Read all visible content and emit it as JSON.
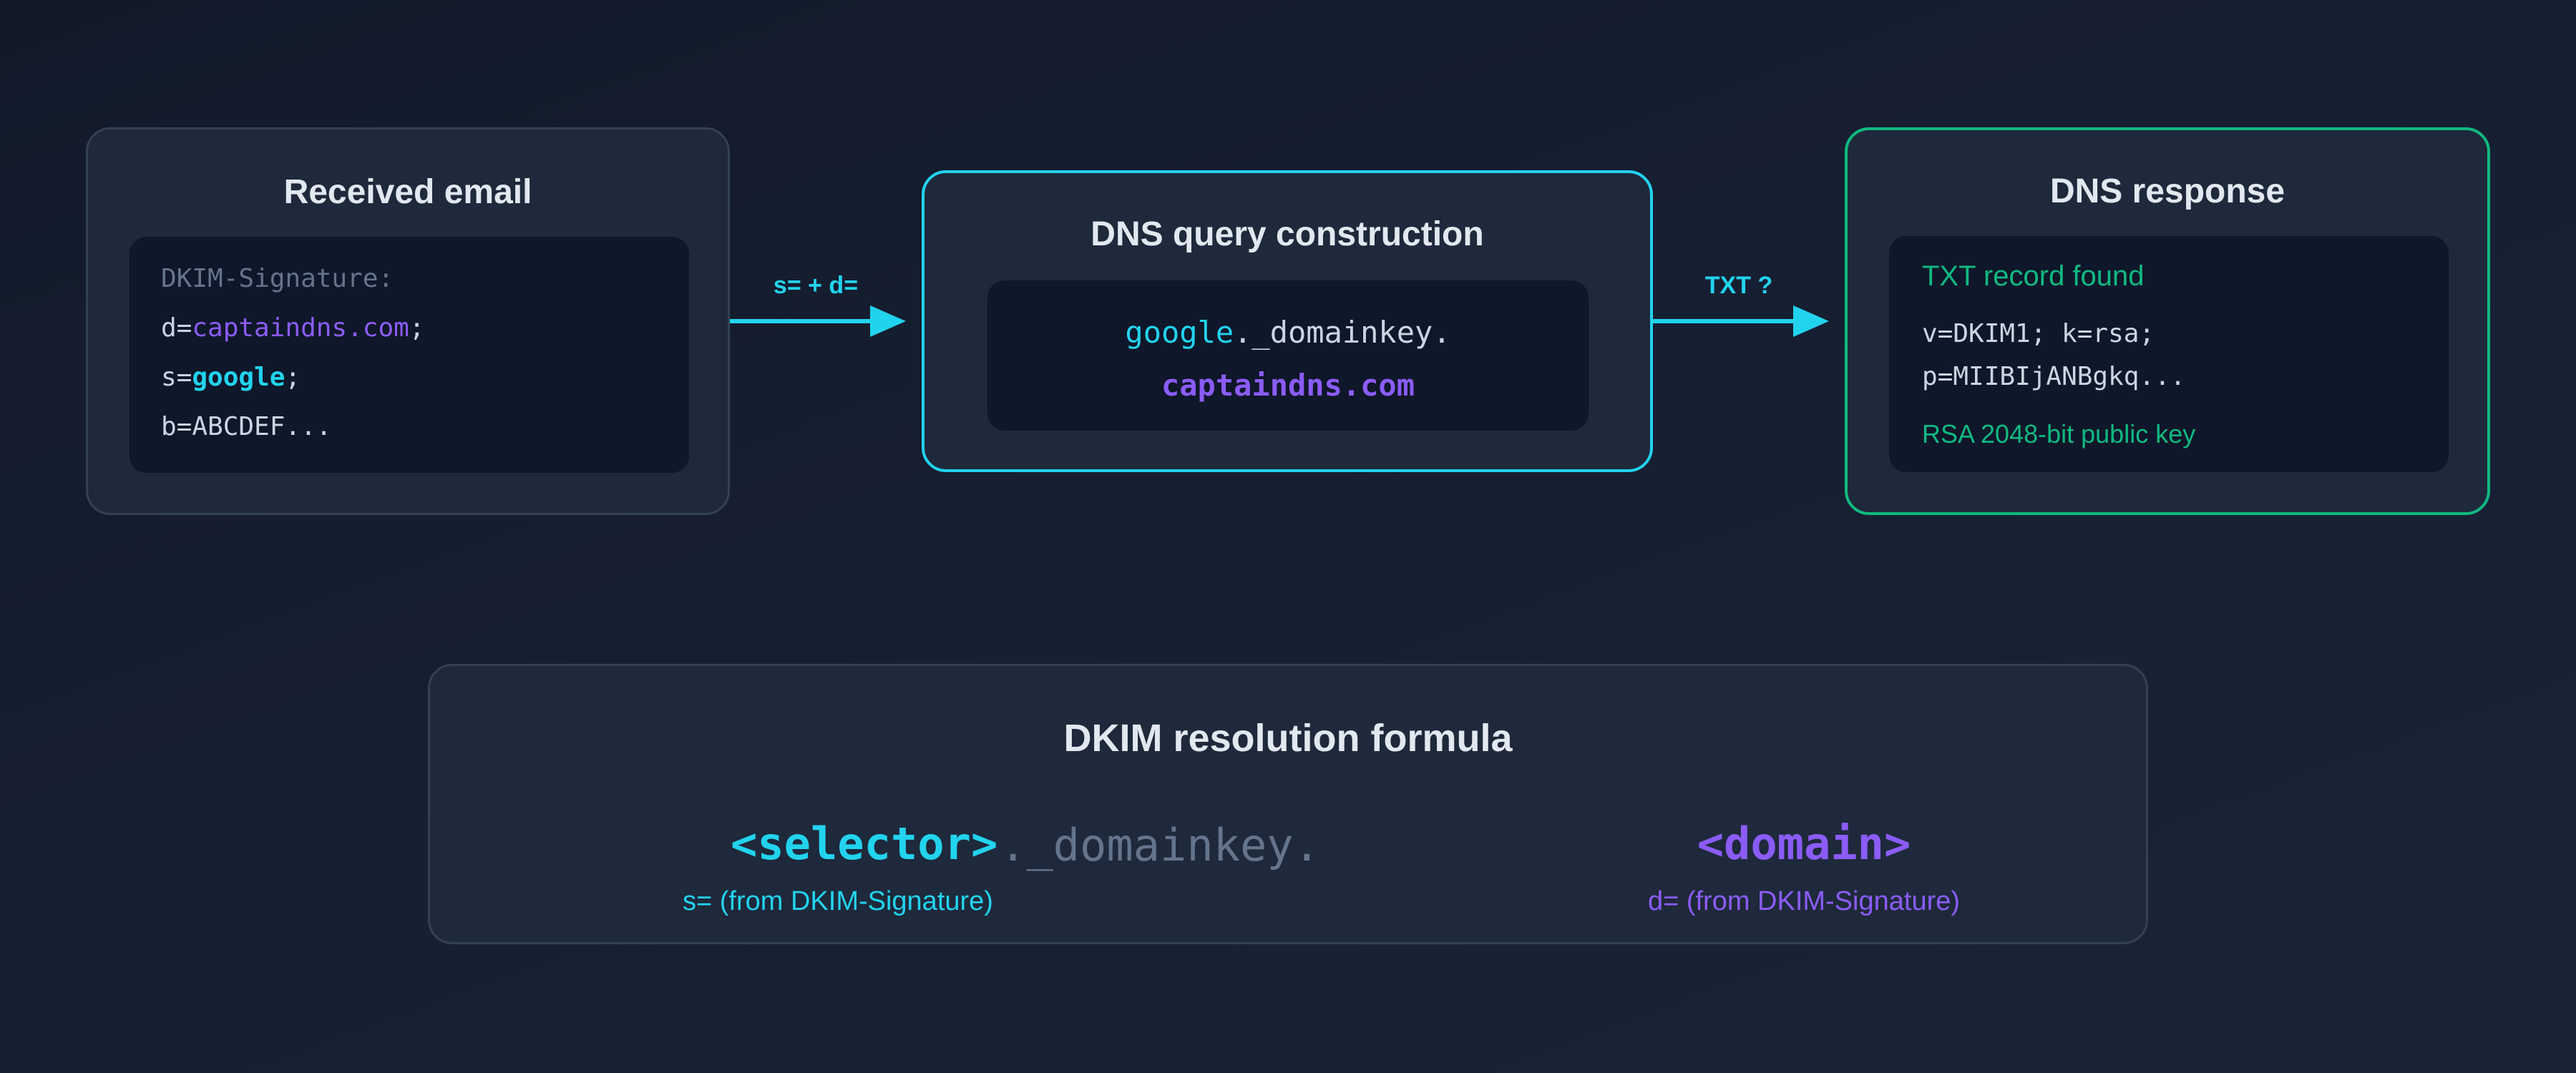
{
  "colors": {
    "background": "#141c2c",
    "card": "#1e293b",
    "inner": "#0f172a",
    "cyan": "#22d3ee",
    "purple": "#8b5cf6",
    "green": "#10b981",
    "muted": "#64748b",
    "text": "#cbd5e1"
  },
  "received_email": {
    "title": "Received email",
    "header_line": "DKIM-Signature:",
    "d_prefix": "d=",
    "d_value": "captaindns.com",
    "d_suffix": ";",
    "s_prefix": "s=",
    "s_value": "google",
    "s_suffix": ";",
    "b_line": "b=ABCDEF..."
  },
  "arrow_1": {
    "label": "s= + d="
  },
  "dns_query": {
    "title": "DNS query construction",
    "selector_part": "google",
    "domainkey_part": "._domainkey.",
    "domain_part": "captaindns.com"
  },
  "arrow_2": {
    "label": "TXT ?"
  },
  "dns_response": {
    "title": "DNS response",
    "status": "TXT record found",
    "record_line_1": "v=DKIM1; k=rsa;",
    "record_line_2": "p=MIIBIjANBgkq...",
    "key_info": "RSA 2048-bit public key"
  },
  "formula": {
    "title": "DKIM resolution formula",
    "selector_token": "<selector>",
    "domainkey_token": "._domainkey.",
    "domain_token": "<domain>",
    "selector_caption": "s= (from DKIM-Signature)",
    "domain_caption": "d= (from DKIM-Signature)"
  }
}
